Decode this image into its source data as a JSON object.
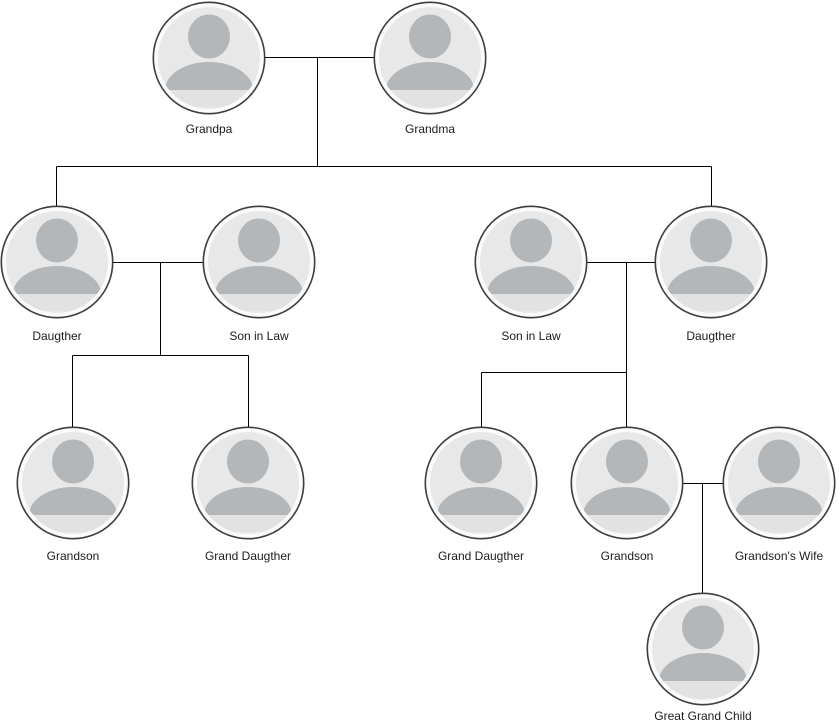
{
  "diagram": {
    "type": "family-tree",
    "colors": {
      "background": "#ffffff",
      "connector_line": "#000000",
      "node_border": "#3d3d3d",
      "avatar_ring": "#fbfbfb",
      "avatar_background": "#e8e8e8",
      "avatar_silhouette": "#b4b7b9",
      "label_text": "#1c1c1c"
    },
    "nodes": [
      {
        "id": "grandpa",
        "label": "Grandpa"
      },
      {
        "id": "grandma",
        "label": "Grandma"
      },
      {
        "id": "daughter_left",
        "label": "Daugther"
      },
      {
        "id": "son_in_law_left",
        "label": "Son in Law"
      },
      {
        "id": "son_in_law_right",
        "label": "Son in Law"
      },
      {
        "id": "daughter_right",
        "label": "Daugther"
      },
      {
        "id": "grandson_left",
        "label": "Grandson"
      },
      {
        "id": "granddaughter_left",
        "label": "Grand Daugther"
      },
      {
        "id": "granddaughter_right",
        "label": "Grand Daugther"
      },
      {
        "id": "grandson_right",
        "label": "Grandson"
      },
      {
        "id": "grandsons_wife",
        "label": "Grandson's Wife"
      },
      {
        "id": "great_grand_child",
        "label": "Great Grand Child"
      }
    ],
    "relationships": {
      "couples": [
        {
          "partners": [
            "grandpa",
            "grandma"
          ],
          "children": [
            "daughter_left",
            "daughter_right"
          ]
        },
        {
          "partners": [
            "daughter_left",
            "son_in_law_left"
          ],
          "children": [
            "grandson_left",
            "granddaughter_left"
          ]
        },
        {
          "partners": [
            "son_in_law_right",
            "daughter_right"
          ],
          "children": [
            "granddaughter_right",
            "grandson_right"
          ]
        },
        {
          "partners": [
            "grandson_right",
            "grandsons_wife"
          ],
          "children": [
            "great_grand_child"
          ]
        }
      ]
    }
  }
}
